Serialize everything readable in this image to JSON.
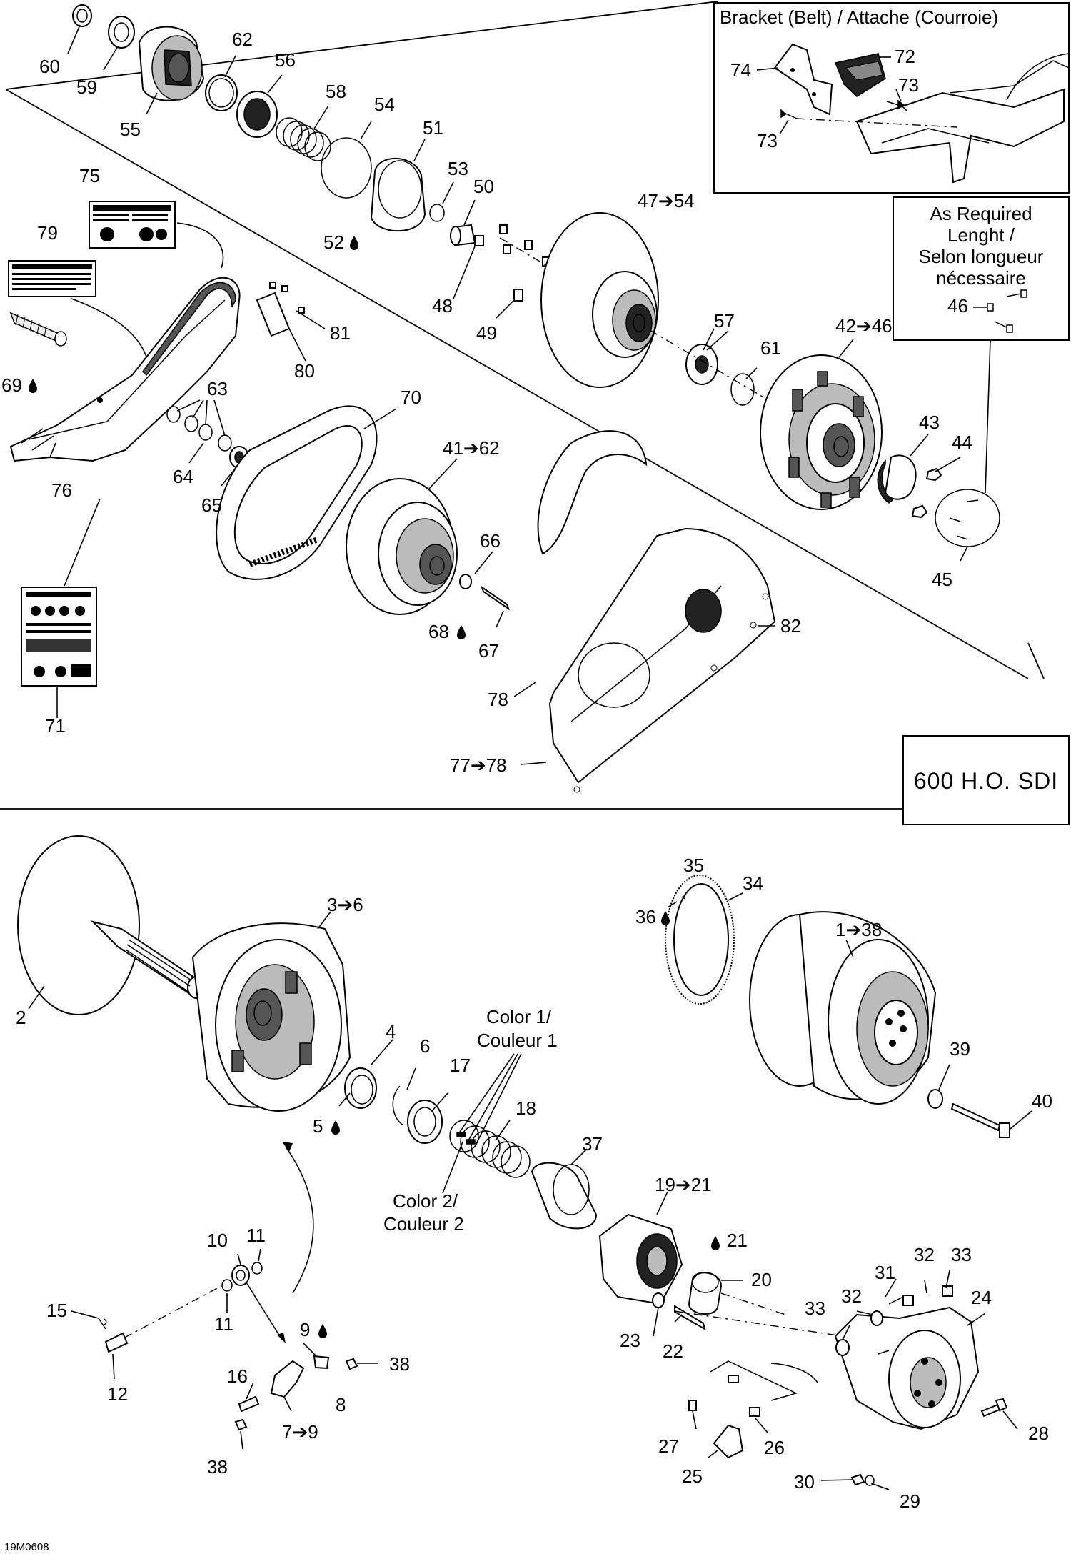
{
  "diagram": {
    "figure_id": "19M0608",
    "model_label": "600 H.O. SDI",
    "bracket_box": {
      "title": "Bracket (Belt) / Attache (Courroie)",
      "callouts": [
        "72",
        "73",
        "73",
        "74"
      ]
    },
    "as_required_box": {
      "line1": "As Required",
      "line2": "Lenght /",
      "line3": "Selon longueur",
      "line4": "nécessaire",
      "callout": "46"
    },
    "upper_callouts": [
      "60",
      "59",
      "55",
      "62",
      "56",
      "58",
      "54",
      "51",
      "53",
      "50",
      "52",
      "47➔54",
      "48",
      "49",
      "57",
      "61",
      "42➔46",
      "43",
      "44",
      "45",
      "75",
      "79",
      "69",
      "76",
      "80",
      "81",
      "63",
      "64",
      "65",
      "70",
      "41➔62",
      "66",
      "67",
      "68",
      "71",
      "78",
      "82",
      "77➔78"
    ],
    "lower_callouts": [
      "2",
      "3➔6",
      "4",
      "5",
      "6",
      "17",
      "18",
      "37",
      "19➔21",
      "21",
      "20",
      "22",
      "23",
      "10",
      "11",
      "11",
      "15",
      "12",
      "9",
      "8",
      "38",
      "38",
      "16",
      "7➔9",
      "35",
      "34",
      "36",
      "1➔38",
      "39",
      "40",
      "31",
      "32",
      "32",
      "33",
      "33",
      "24",
      "27",
      "26",
      "25",
      "28",
      "30",
      "29"
    ],
    "color_notes": {
      "color1_line1": "Color 1/",
      "color1_line2": "Couleur 1",
      "color2_line1": "Color 2/",
      "color2_line2": "Couleur 2"
    }
  }
}
